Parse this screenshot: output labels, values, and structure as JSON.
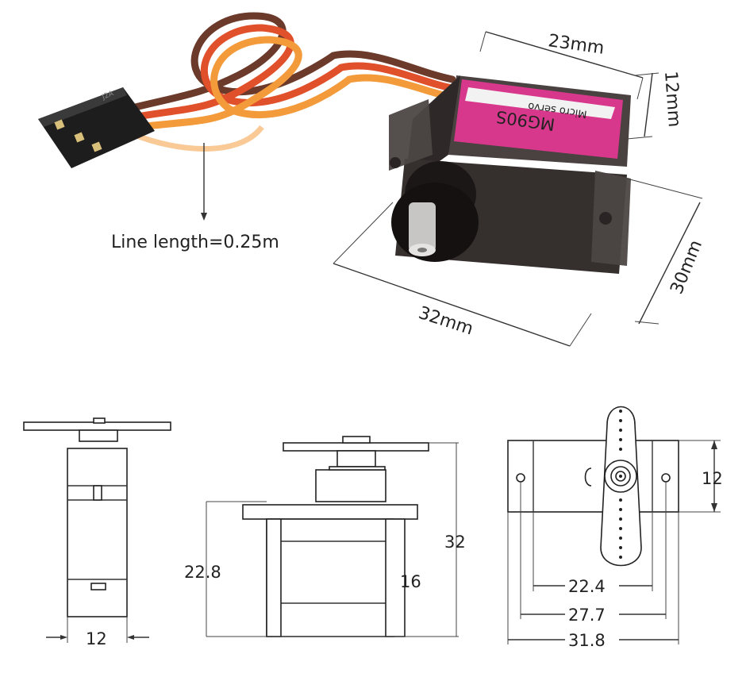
{
  "photo": {
    "label_model": "MG90S",
    "label_type": "Micro servo",
    "connector_mark": "J2A",
    "line_length": "Line length=0.25m",
    "dim_top": "23mm",
    "dim_height": "12mm",
    "dim_side": "30mm",
    "dim_front": "32mm",
    "colors": {
      "label_pink": "#d8388c",
      "case": "#3a3433",
      "wire_brown": "#6b3a2a",
      "wire_red": "#e0502a",
      "wire_orange": "#f39a3a"
    }
  },
  "drawings": {
    "side_view": {
      "width": "12"
    },
    "front_view": {
      "body_height": "22.8",
      "inner_height": "16",
      "total_height": "32"
    },
    "top_view": {
      "height": "12",
      "holes": "22.4",
      "flange": "27.7",
      "overall": "31.8"
    }
  }
}
